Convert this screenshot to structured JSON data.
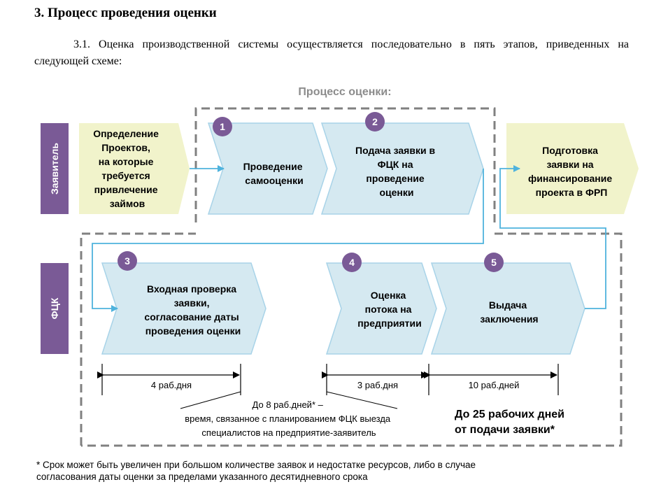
{
  "section": {
    "heading": "3.  Процесс проведения оценки",
    "paragraph": "3.1. Оценка производственной системы осуществляется последовательно в пять этапов, приведенных на следующей схеме:"
  },
  "diagram": {
    "title": "Процесс оценки:",
    "roles": {
      "applicant": "Заявитель",
      "fck": "ФЦК"
    },
    "pre_step": {
      "lines": [
        "Определение",
        "Проектов,",
        "на которые",
        "требуется",
        "привлечение",
        "займов"
      ]
    },
    "post_step": {
      "lines": [
        "Подготовка",
        "заявки на",
        "финансирование",
        "проекта в ФРП"
      ]
    },
    "steps": [
      {
        "number": "1",
        "lines": [
          "Проведение",
          "самооценки"
        ]
      },
      {
        "number": "2",
        "lines": [
          "Подача заявки в",
          "ФЦК на",
          "проведение",
          "оценки"
        ]
      },
      {
        "number": "3",
        "lines": [
          "Входная проверка",
          "заявки,",
          "согласование даты",
          "проведения оценки"
        ]
      },
      {
        "number": "4",
        "lines": [
          "Оценка",
          "потока на",
          "предприятии"
        ]
      },
      {
        "number": "5",
        "lines": [
          "Выдача",
          "заключения"
        ]
      }
    ],
    "durations": {
      "d1": "4 раб.дня",
      "d2": "3 раб.дня",
      "d3": "10 раб.дней"
    },
    "note_lines": [
      "До 8 раб.дней* –",
      "время, связанное с планированием  ФЦК выезда",
      "специалистов на предприятие-заявитель"
    ],
    "total_lines": [
      "До 25 рабочих дней",
      "от подачи заявки*"
    ],
    "colors": {
      "chevron_fill": "#d5e9f1",
      "chevron_stroke": "#a8d3e8",
      "yellow_fill": "#f1f3cb",
      "badge": "#7a5a96",
      "role_tab": "#7a5a96",
      "title": "#8c8c8c",
      "arrow": "#4fb3dd",
      "dash": "#808080"
    }
  },
  "footnote": {
    "lines": [
      "* Срок может быть увеличен при большом  количестве заявок и недостатке ресурсов, либо в случае",
      "согласования даты оценки за пределами  указанного десятидневного срока"
    ]
  }
}
